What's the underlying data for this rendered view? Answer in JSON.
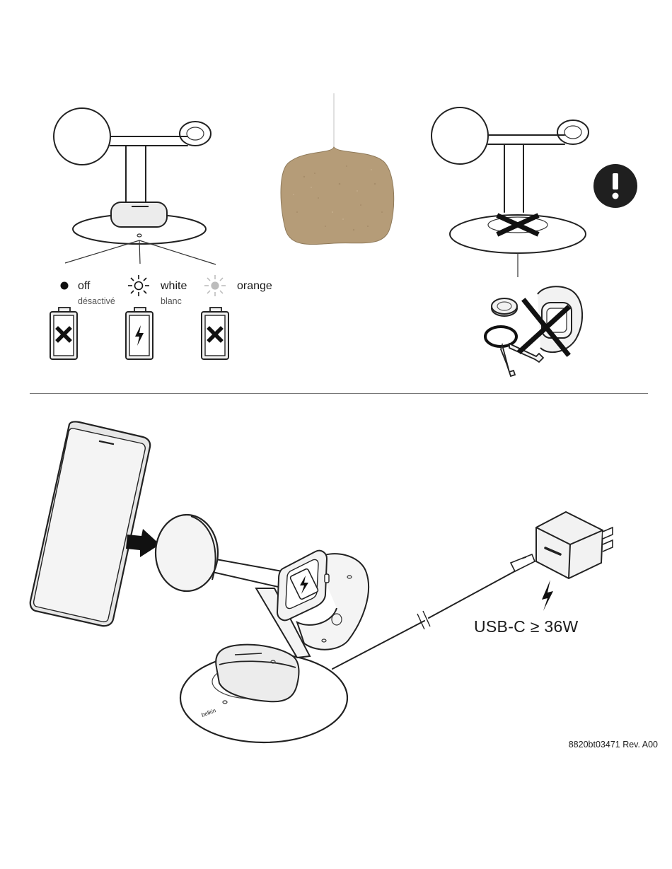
{
  "led_states": [
    {
      "label": "off",
      "sublabel": "désactivé",
      "indicator_icon": "solid-dot-icon",
      "battery_icon": "battery-x-icon"
    },
    {
      "label": "white",
      "sublabel": "blanc",
      "indicator_icon": "sun-light-icon",
      "battery_icon": "battery-charging-icon"
    },
    {
      "label": "orange",
      "sublabel": "",
      "indicator_icon": "sun-light-grey-icon",
      "battery_icon": "battery-x-icon"
    }
  ],
  "cleaning_cloth_color": "#b59c78",
  "warning_icon": "exclamation-icon",
  "power_requirement": "USB-C ≥ 36W",
  "part_number": "8820bt03471 Rev. A00",
  "brand_mark": "belkin",
  "colors": {
    "ink": "#222222",
    "panel_fill": "#f4f4f4",
    "warning_bg": "#1f1f1f"
  }
}
